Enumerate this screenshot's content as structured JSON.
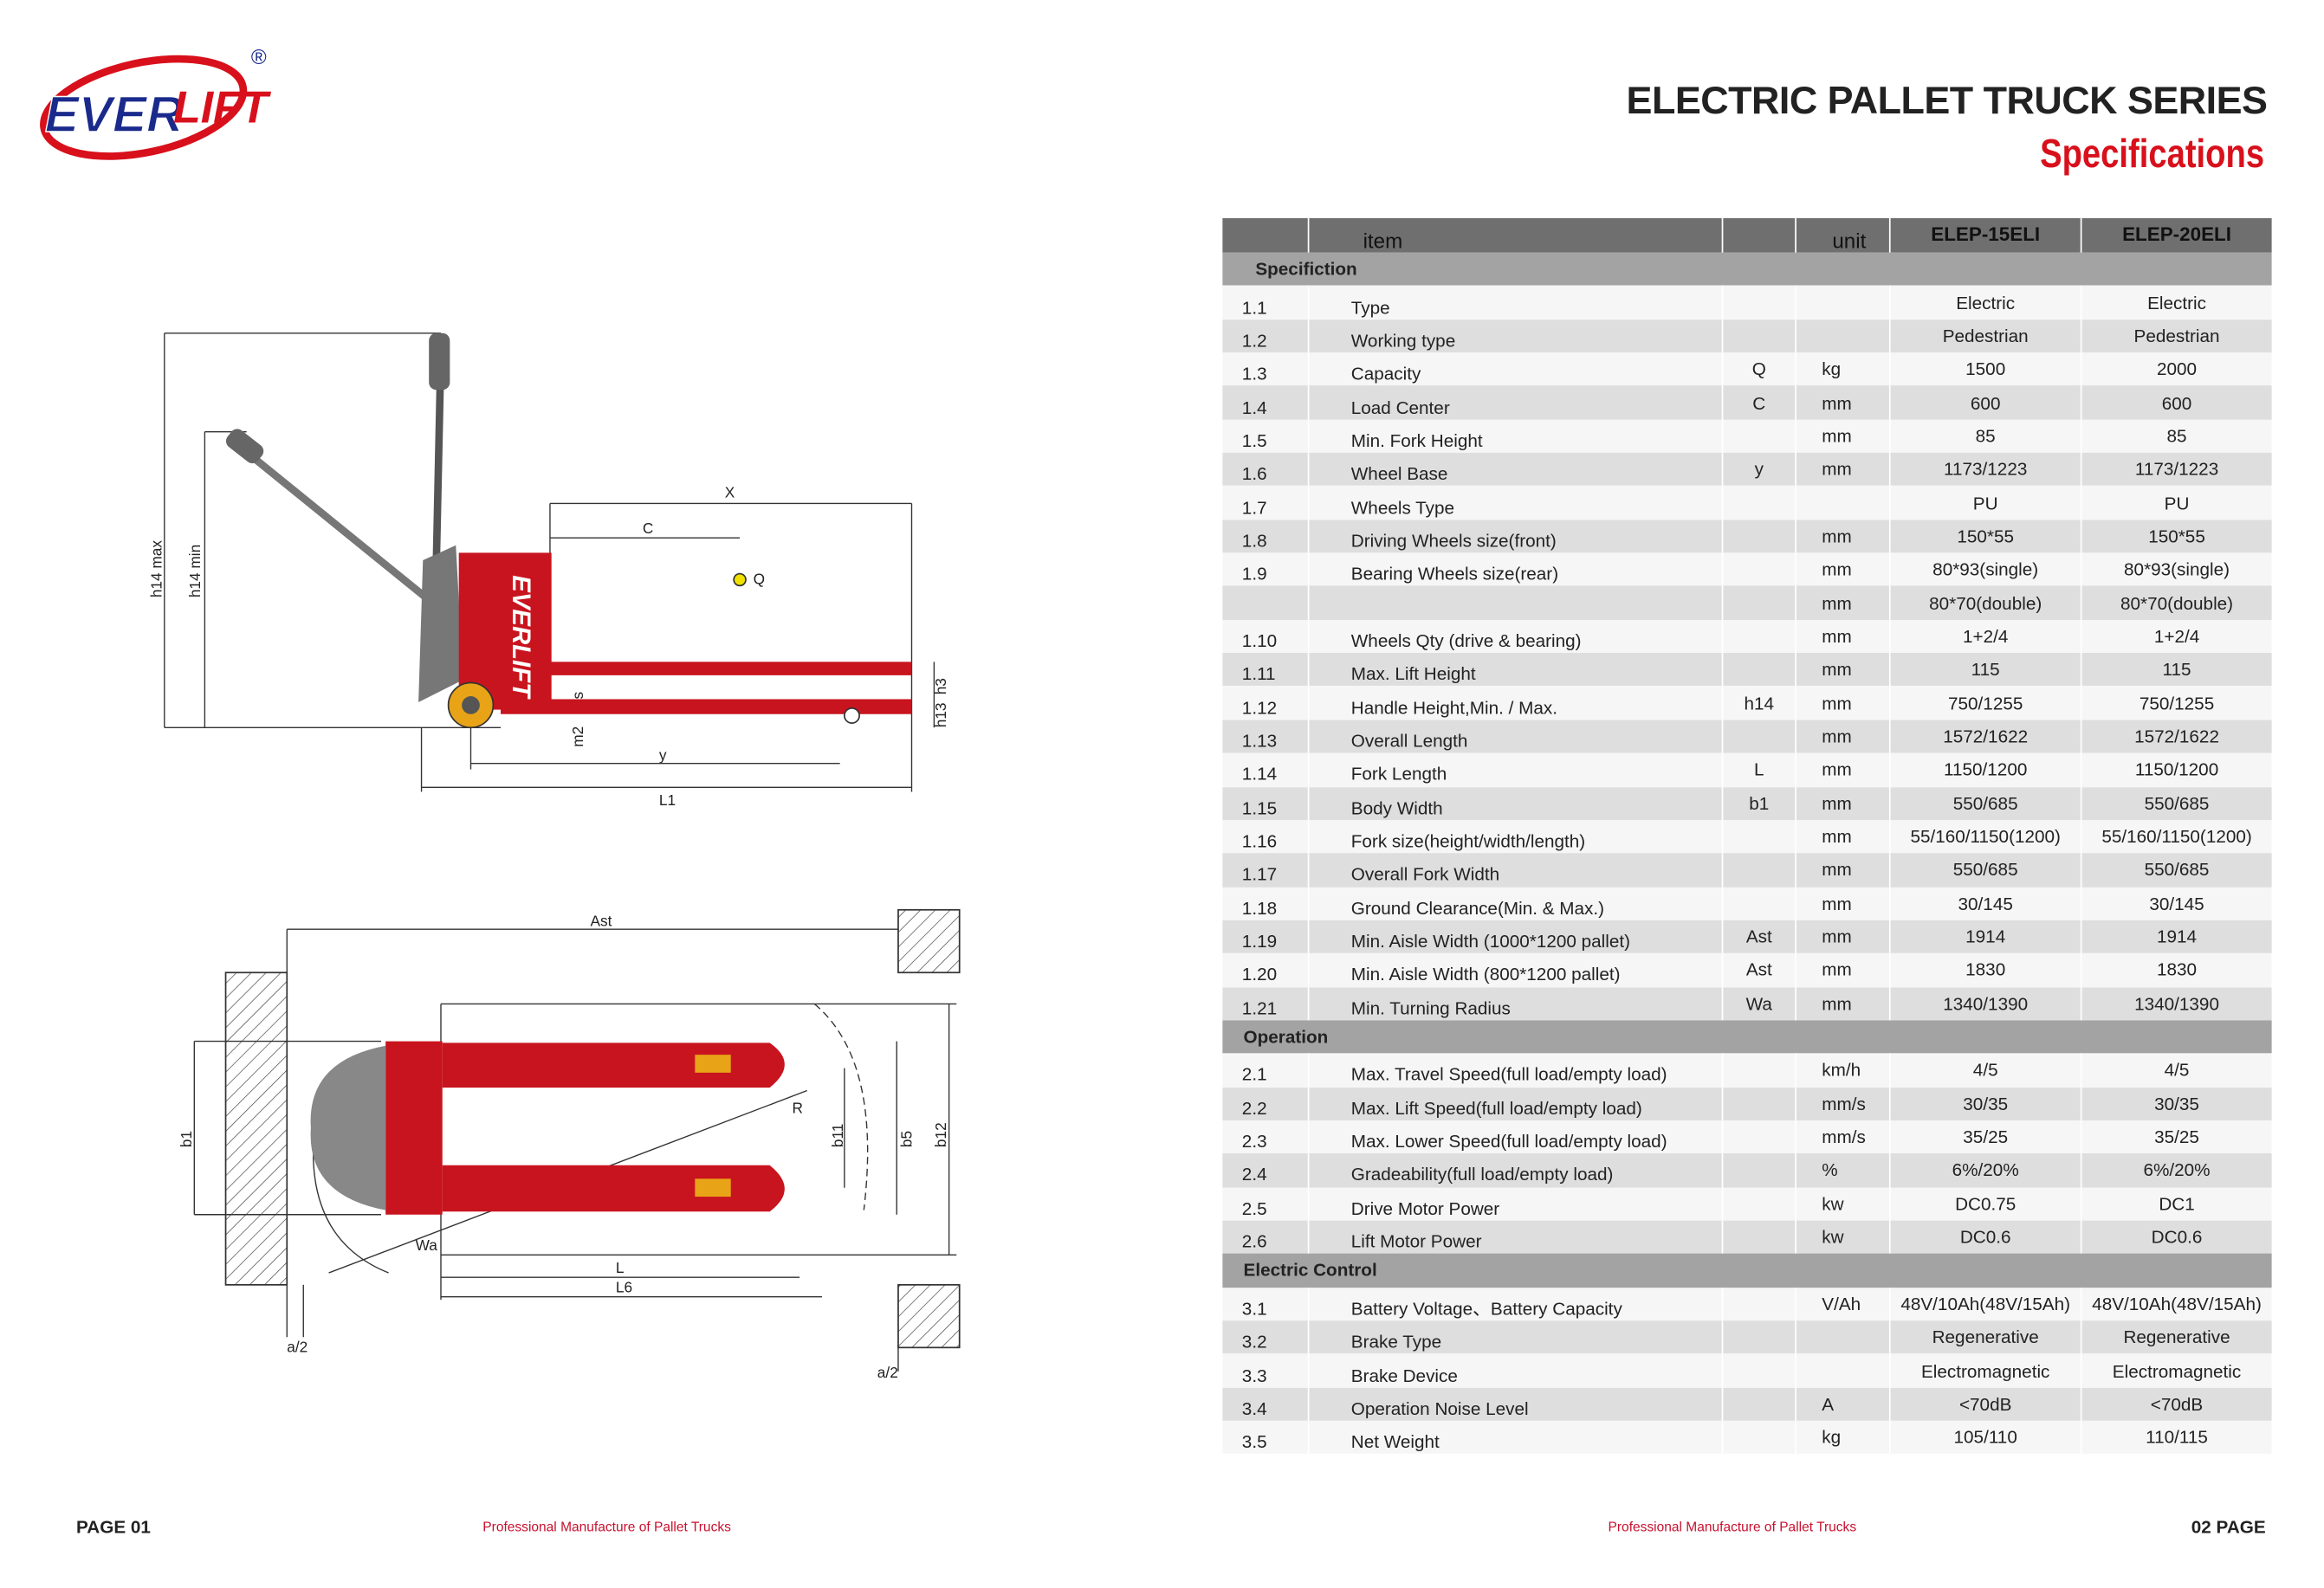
{
  "brand": {
    "logo_text": "EVERLIFT",
    "registered": "®"
  },
  "header": {
    "title": "ELECTRIC PALLET TRUCK SERIES",
    "subtitle": "Specifications"
  },
  "colors": {
    "accent_red": "#d8101c",
    "header_gray": "#6f6f6f",
    "section_gray": "#a3a3a3",
    "truck_red": "#c8141e",
    "logo_blue": "#1a2a8c"
  },
  "table": {
    "headers": [
      "",
      "item",
      "",
      "unit",
      "ELEP-15ELI",
      "ELEP-20ELI"
    ],
    "sections": [
      {
        "title": "Specifiction",
        "rows": [
          [
            "1.1",
            "Type",
            "",
            "",
            "Electric",
            "Electric"
          ],
          [
            "1.2",
            "Working type",
            "",
            "",
            "Pedestrian",
            "Pedestrian"
          ],
          [
            "1.3",
            "Capacity",
            "Q",
            "kg",
            "1500",
            "2000"
          ],
          [
            "1.4",
            "Load Center",
            "C",
            "mm",
            "600",
            "600"
          ],
          [
            "1.5",
            "Min. Fork Height",
            "",
            "mm",
            "85",
            "85"
          ],
          [
            "1.6",
            "Wheel Base",
            "y",
            "mm",
            "1173/1223",
            "1173/1223"
          ],
          [
            "1.7",
            "Wheels Type",
            "",
            "",
            "PU",
            "PU"
          ],
          [
            "1.8",
            "Driving Wheels size(front)",
            "",
            "mm",
            "150*55",
            "150*55"
          ],
          [
            "1.9",
            "Bearing Wheels size(rear)",
            "",
            "mm",
            "80*93(single)",
            "80*93(single)"
          ],
          [
            "",
            "",
            "",
            "mm",
            "80*70(double)",
            "80*70(double)"
          ],
          [
            "1.10",
            "Wheels Qty (drive & bearing)",
            "",
            "mm",
            "1+2/4",
            "1+2/4"
          ],
          [
            "1.11",
            "Max. Lift Height",
            "",
            "mm",
            "115",
            "115"
          ],
          [
            "1.12",
            "Handle Height,Min. / Max.",
            "h14",
            "mm",
            "750/1255",
            "750/1255"
          ],
          [
            "1.13",
            "Overall Length",
            "",
            "mm",
            "1572/1622",
            "1572/1622"
          ],
          [
            "1.14",
            "Fork Length",
            "L",
            "mm",
            "1150/1200",
            "1150/1200"
          ],
          [
            "1.15",
            "Body Width",
            "b1",
            "mm",
            "550/685",
            "550/685"
          ],
          [
            "1.16",
            "Fork size(height/width/length)",
            "",
            "mm",
            "55/160/1150(1200)",
            "55/160/1150(1200)"
          ],
          [
            "1.17",
            "Overall Fork Width",
            "",
            "mm",
            "550/685",
            "550/685"
          ],
          [
            "1.18",
            "Ground Clearance(Min. & Max.)",
            "",
            "mm",
            "30/145",
            "30/145"
          ],
          [
            "1.19",
            "Min. Aisle Width (1000*1200 pallet)",
            "Ast",
            "mm",
            "1914",
            "1914"
          ],
          [
            "1.20",
            "Min. Aisle Width (800*1200 pallet)",
            "Ast",
            "mm",
            "1830",
            "1830"
          ],
          [
            "1.21",
            "Min. Turning Radius",
            "Wa",
            "mm",
            "1340/1390",
            "1340/1390"
          ]
        ]
      },
      {
        "title": "Operation",
        "rows": [
          [
            "2.1",
            "Max. Travel Speed(full load/empty load)",
            "",
            "km/h",
            "4/5",
            "4/5"
          ],
          [
            "2.2",
            "Max. Lift Speed(full load/empty load)",
            "",
            "mm/s",
            "30/35",
            "30/35"
          ],
          [
            "2.3",
            "Max. Lower Speed(full load/empty load)",
            "",
            "mm/s",
            "35/25",
            "35/25"
          ],
          [
            "2.4",
            "Gradeability(full load/empty load)",
            "",
            "%",
            "6%/20%",
            "6%/20%"
          ],
          [
            "2.5",
            "Drive Motor Power",
            "",
            "kw",
            "DC0.75",
            "DC1"
          ],
          [
            "2.6",
            "Lift Motor Power",
            "",
            "kw",
            "DC0.6",
            "DC0.6"
          ]
        ]
      },
      {
        "title": "Electric Control",
        "rows": [
          [
            "3.1",
            "Battery Voltage、Battery Capacity",
            "",
            "V/Ah",
            "48V/10Ah(48V/15Ah)",
            "48V/10Ah(48V/15Ah)"
          ],
          [
            "3.2",
            "Brake Type",
            "",
            "",
            "Regenerative",
            "Regenerative"
          ],
          [
            "3.3",
            "Brake Device",
            "",
            "",
            "Electromagnetic",
            "Electromagnetic"
          ],
          [
            "3.4",
            "Operation Noise Level",
            "",
            "A",
            "<70dB",
            "<70dB"
          ],
          [
            "3.5",
            "Net Weight",
            "",
            "kg",
            "105/110",
            "110/115"
          ]
        ]
      }
    ]
  },
  "side_view": {
    "labels": {
      "x": "X",
      "c": "C",
      "q": "Q",
      "y": "y",
      "l1": "L1",
      "h14max": "h14   max",
      "h14min": "h14   min",
      "h3": "h3",
      "h13": "h13",
      "s": "s",
      "m2": "m2",
      "truck_text": "EVERLIFT"
    }
  },
  "top_view": {
    "labels": {
      "ast": "Ast",
      "b1": "b1",
      "b11": "b11",
      "b5": "b5",
      "b12": "b12",
      "r": "R",
      "wa": "Wa",
      "l": "L",
      "l6": "L6",
      "a2_left": "a/2",
      "a2_right": "a/2"
    }
  },
  "footer": {
    "page_left": "PAGE 01",
    "page_right": "02 PAGE",
    "tagline_left": "Professional Manufacture of Pallet Trucks",
    "tagline_right": "Professional Manufacture of Pallet Trucks"
  }
}
